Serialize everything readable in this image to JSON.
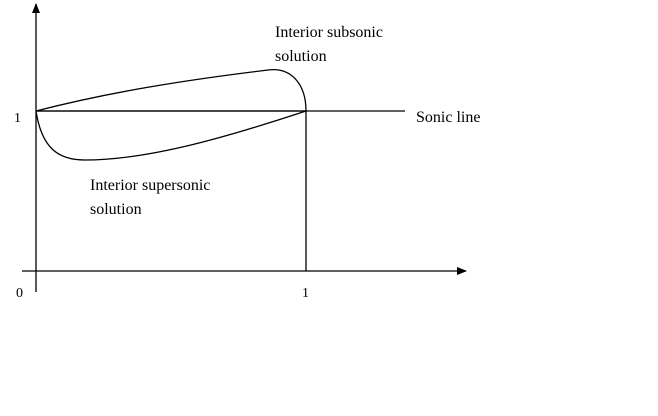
{
  "labels": {
    "subsonic_line1": "Interior subsonic",
    "subsonic_line2": "solution",
    "supersonic_line1": "Interior supersonic",
    "supersonic_line2": "solution",
    "sonic": "Sonic line"
  },
  "ticks": {
    "y_one": "1",
    "origin": "0",
    "x_one": "1"
  },
  "colors": {
    "stroke": "#000000",
    "background": "#ffffff"
  }
}
